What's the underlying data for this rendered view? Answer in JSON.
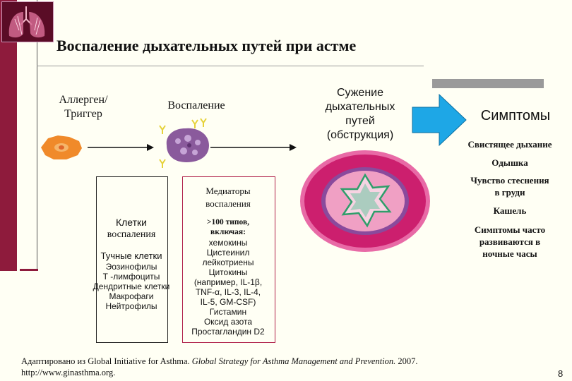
{
  "title": "Воспаление дыхательных путей при астме",
  "allergen": {
    "line1": "Аллерген/",
    "line2": "Триггер"
  },
  "inflammation": "Воспаление",
  "narrowing": {
    "line1": "Сужение",
    "line2": "дыхательных",
    "line3": "путей",
    "line4": "(обструкция)"
  },
  "symptoms": {
    "title": "Симптомы",
    "items": [
      "Свистящее дыхание",
      "Одышка",
      "Чувство стеснения",
      "в груди",
      "Кашель",
      "Симптомы часто",
      "развиваются в",
      "ночные часы"
    ]
  },
  "cells": {
    "title1": "Клетки",
    "title2": "воспаления",
    "list": [
      "Тучные клетки",
      "Эозинофилы",
      "Т -лимфоциты",
      "Дендритные клетки",
      "Макрофаги",
      "Нейтрофилы"
    ]
  },
  "mediators": {
    "title1": "Медиаторы",
    "title2": "воспаления",
    "count1": ">100 типов,",
    "count2": "включая:",
    "list": [
      "хемокины",
      "Цистеинил",
      "лейкотриены",
      "Цитокины",
      "(например, IL-1β,",
      "TNF-α, IL-3, IL-4,",
      "IL-5, GM-CSF)",
      "Гистамин",
      "Оксид азота",
      "Простагландин D2"
    ]
  },
  "footer": {
    "pre": "Адаптировано из Global Initiative for Asthma. ",
    "italic": "Global Strategy for Asthma Management and Prevention.",
    "post": " 2007.",
    "line2": "http://www.ginasthma.org."
  },
  "page_number": "8",
  "colors": {
    "sidebar": "#8e1b3c",
    "arrow": "#1ea7e6",
    "airway": "#d6217a",
    "mucosa": "#7a5a9e"
  }
}
